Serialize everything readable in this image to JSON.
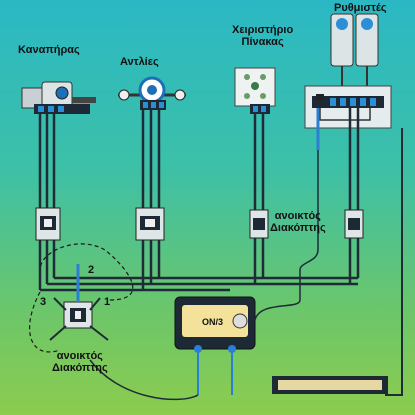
{
  "labels": {
    "kanalihras": "Καναπήρας",
    "antlies": "Αντλίες",
    "heiristirio_line1": "Χειριστήριο",
    "heiristirio_line2": "Πίνακας",
    "ruthmistes": "Ρυθμιστές",
    "diakoptis_open_top_line1": "ανοικτός",
    "diakoptis_open_top_line2": "Διακόπτης",
    "diakoptis_open_bottom_line1": "ανοικτός",
    "diakoptis_open_bottom_line2": "Διακόπτης",
    "terminal_1": "1",
    "terminal_2": "2",
    "terminal_3": "3",
    "meter_text": "ON/3"
  },
  "colors": {
    "bg_top": "#2bb8c4",
    "bg_bottom": "#8ccc4e",
    "wire": "#2a3a4a",
    "device_light": "#e8eef0",
    "device_dark": "#1a2530",
    "probe_blue": "#2a7fd4",
    "meter_face": "#f4e29a"
  },
  "icons": [
    "motor-icon",
    "pump-icon",
    "control-panel-icon",
    "regulator-icon",
    "breaker-icon",
    "multimeter-icon",
    "heater-icon"
  ]
}
